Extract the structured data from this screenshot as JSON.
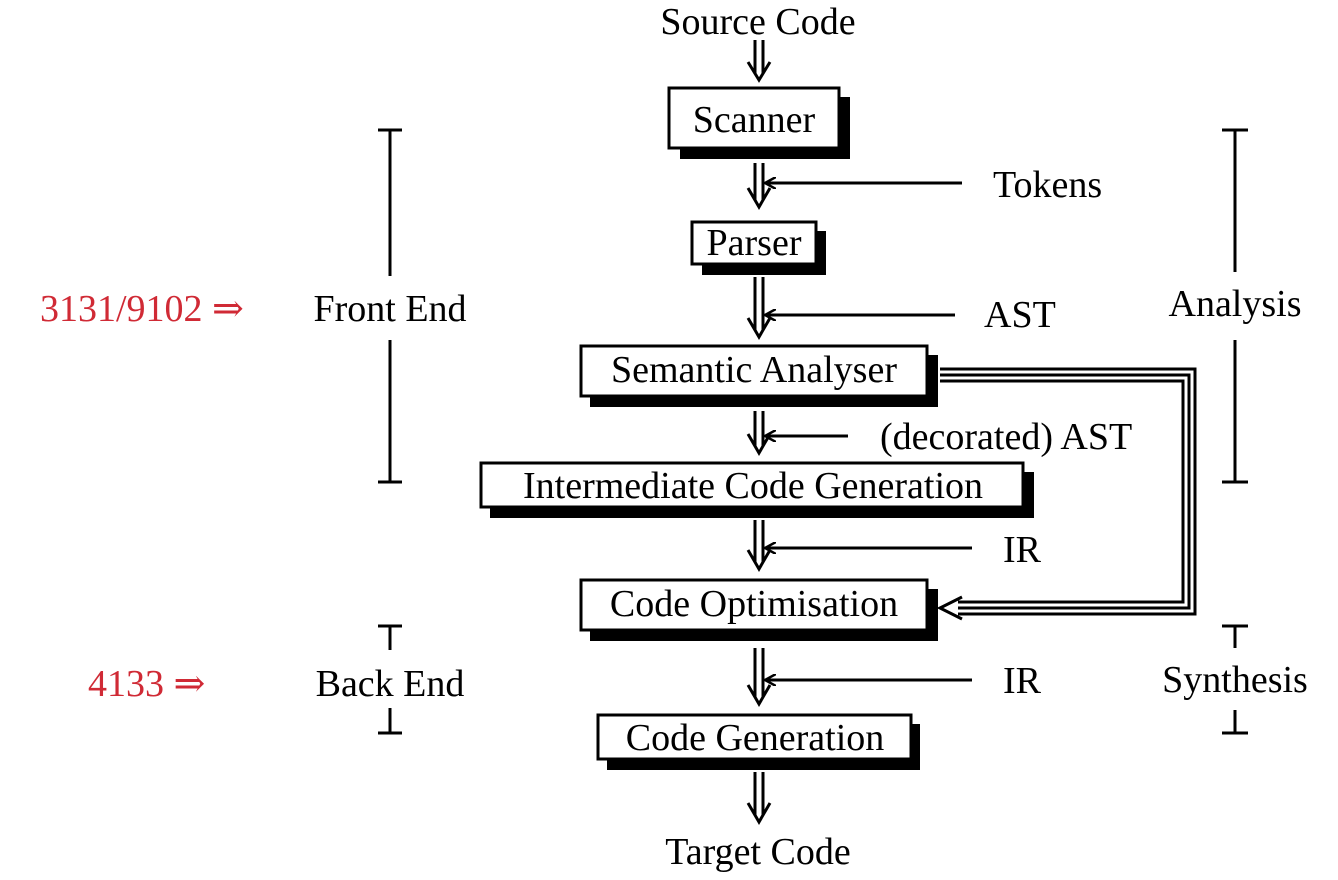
{
  "source_label": "Source Code",
  "target_label": "Target Code",
  "stages": {
    "scanner": "Scanner",
    "parser": "Parser",
    "semantic": "Semantic Analyser",
    "icg": "Intermediate Code Generation",
    "optim": "Code Optimisation",
    "codegen": "Code Generation"
  },
  "edges": {
    "tokens": "Tokens",
    "ast": "AST",
    "decorated_ast": "(decorated) AST",
    "ir1": "IR",
    "ir2": "IR"
  },
  "left": {
    "front_end": "Front End",
    "front_courses": "3131/9102 ⇒",
    "back_end": "Back End",
    "back_courses": "4133 ⇒"
  },
  "right": {
    "analysis": "Analysis",
    "synthesis": "Synthesis"
  },
  "colors": {
    "course": "#d02a35"
  }
}
